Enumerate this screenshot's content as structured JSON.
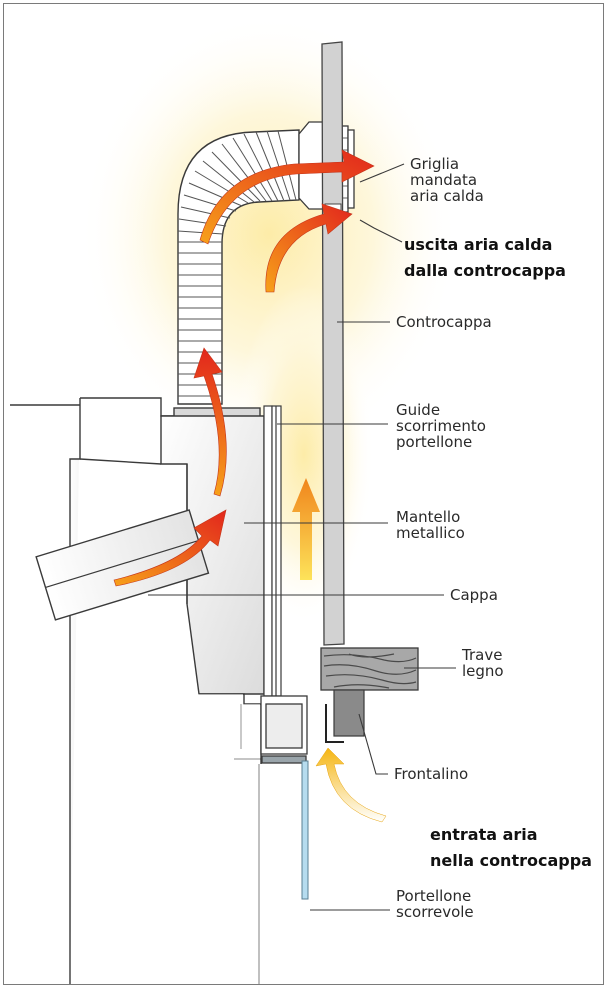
{
  "diagram": {
    "labels": {
      "griglia": "Griglia\nmandata\naria calda",
      "uscita": "uscita aria calda\ndalla controcappa",
      "controcappa": "Controcappa",
      "guide": "Guide\nscorrimento\nportellone",
      "mantello": "Mantello\nmetallico",
      "cappa": "Cappa",
      "trave": "Trave\nlegno",
      "frontalino": "Frontalino",
      "entrata": "entrata aria\nnella controcappa",
      "portellone": "Portellone\nscorrevole"
    },
    "colors": {
      "hot_air_red": "#e8321e",
      "warm_air_orange": "#f39a1e",
      "intake_yellow": "#f7c21a",
      "glow": "#fdf0b8",
      "panel_gray": "#d2d2d2",
      "glass_blue": "#b6dcef"
    }
  }
}
